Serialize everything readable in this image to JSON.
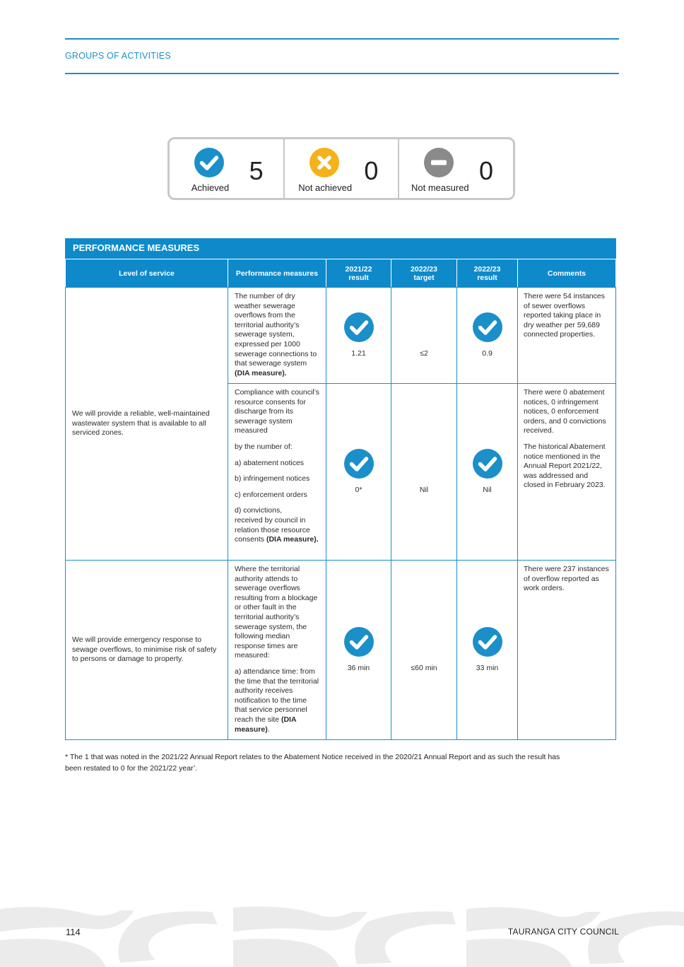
{
  "header": {
    "section": "GROUPS OF ACTIVITIES"
  },
  "summary": [
    {
      "label": "Achieved",
      "count": "5",
      "icon": "check-circle-icon",
      "color": "#1a8fc9"
    },
    {
      "label": "Not achieved",
      "count": "0",
      "icon": "cross-circle-icon",
      "color": "#f5b21a"
    },
    {
      "label": "Not measured",
      "count": "0",
      "icon": "minus-circle-icon",
      "color": "#8a8a8a"
    }
  ],
  "table": {
    "title": "PERFORMANCE MEASURES",
    "headers": {
      "level": "Level of service",
      "measures": "Performance measures",
      "r2122a": "2021/22",
      "r2122b": "result",
      "t2223a": "2022/23",
      "t2223b": "target",
      "r2223a": "2022/23",
      "r2223b": "result",
      "comments": "Comments"
    },
    "los1": "We will provide a reliable, well-maintained wastewater system that is available to all serviced zones.",
    "los2": "We will provide emergency response to sewage overflows, to minimise risk of safety to persons or damage to property.",
    "row1": {
      "measure": "The number of dry weather sewerage overflows from the territorial authority’s sewerage system, expressed per 1000 sewerage connections to that sewerage system",
      "measure_bold": "(DIA measure).",
      "r2122": "1.21",
      "target": "≤2",
      "r2223": "0.9",
      "comment": "There were 54 instances of sewer overflows reported taking place in dry weather per 59,689 connected properties."
    },
    "row2": {
      "measure_p1": "Compliance with council’s resource consents for discharge from its sewerage system measured",
      "measure_p2": "by the number of:",
      "measure_a": "a) abatement notices",
      "measure_b": "b) infringement notices",
      "measure_c": "c) enforcement orders",
      "measure_d": "d)  convictions,\n  received by council in relation those resource consents",
      "measure_bold": "(DIA measure).",
      "r2122": "0*",
      "target": "Nil",
      "r2223": "Nil",
      "comment_p1": "There were 0 abatement notices, 0 infringement notices, 0 enforcement orders, and 0 convictions received.",
      "comment_p2": "The historical Abatement notice mentioned in the Annual Report 2021/22, was addressed and closed in February 2023."
    },
    "row3": {
      "measure_p1": "Where the territorial authority attends to sewerage overflows resulting from a blockage or other fault in the territorial authority’s sewerage system, the following median response times are measured:",
      "measure_p2": "a) attendance time: from the time that the territorial authority receives notification to the time that service personnel reach the site",
      "measure_bold": "(DIA measure)",
      "measure_end": ".",
      "r2122": "36 min",
      "target": "≤60 min",
      "r2223": "33 min",
      "comment": "There were 237 instances of overflow reported as work orders."
    }
  },
  "footnote": "* The 1 that was noted in the 2021/22 Annual Report relates to the Abatement Notice received in the 2020/21 Annual Report and as such the result has been restated to 0 for the 2021/22 year’.",
  "footer": {
    "page": "114",
    "council": "TAURANGA CITY COUNCIL"
  },
  "colors": {
    "brand_blue": "#1a8fc9",
    "header_blue": "#0e8acb",
    "achieved": "#1a8fc9",
    "not_achieved": "#f5b21a",
    "not_measured": "#8a8a8a"
  }
}
